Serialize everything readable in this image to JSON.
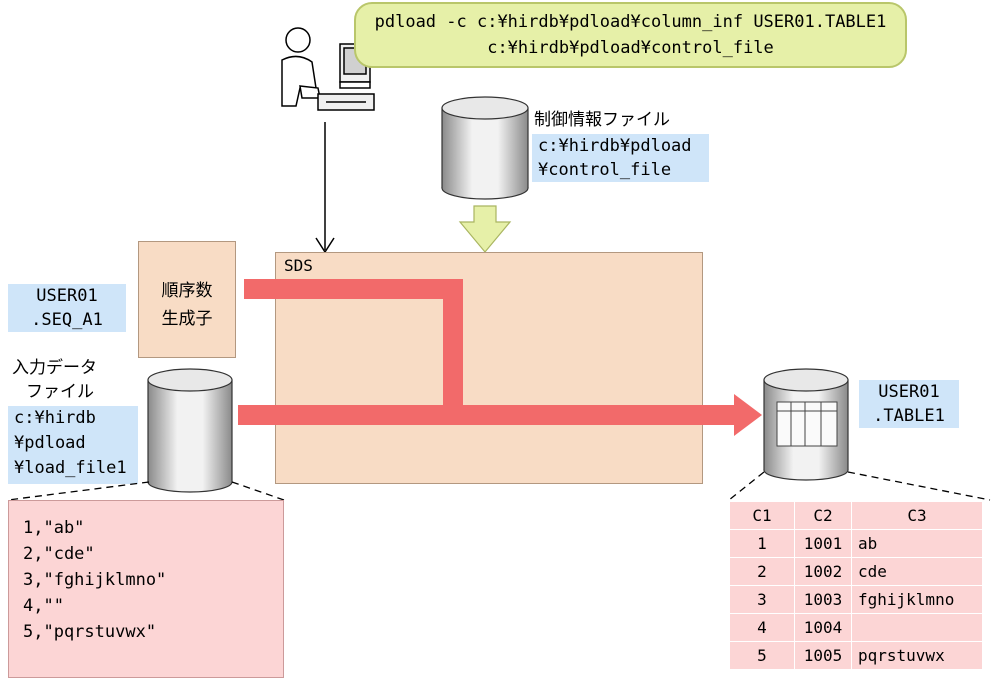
{
  "command": {
    "line1": "pdload -c c:¥hirdb¥pdload¥column_inf USER01.TABLE1",
    "line2": "c:¥hirdb¥pdload¥control_file"
  },
  "control_file": {
    "title": "制御情報ファイル",
    "path_line1": "c:¥hirdb¥pdload",
    "path_line2": "¥control_file"
  },
  "sequence": {
    "name_line1": "USER01",
    "name_line2": ".SEQ_A1",
    "label_line1": "順序数",
    "label_line2": "生成子"
  },
  "sds_label": "SDS",
  "input_file": {
    "title_line1": "入力データ",
    "title_line2": "ファイル",
    "path_line1": "c:¥hirdb",
    "path_line2": "¥pdload",
    "path_line3": "¥load_file1"
  },
  "target_table": {
    "name_line1": "USER01",
    "name_line2": ".TABLE1"
  },
  "input_data_lines": [
    "1,\"ab\"",
    "2,\"cde\"",
    "3,\"fghijklmno\"",
    "4,\"\"",
    "5,\"pqrstuvwx\""
  ],
  "result_table": {
    "headers": [
      "C1",
      "C2",
      "C3"
    ],
    "rows": [
      [
        "1",
        "1001",
        "ab"
      ],
      [
        "2",
        "1002",
        "cde"
      ],
      [
        "3",
        "1003",
        "fghijklmno"
      ],
      [
        "4",
        "1004",
        ""
      ],
      [
        "5",
        "1005",
        "pqrstuvwx"
      ]
    ]
  },
  "colors": {
    "flow_arrow": "#f26a6a",
    "block_arrow": "#e6f0a8",
    "process_box": "#f8dcc5",
    "label_bg": "#cfe5f9",
    "data_bg": "#fcd5d5"
  }
}
